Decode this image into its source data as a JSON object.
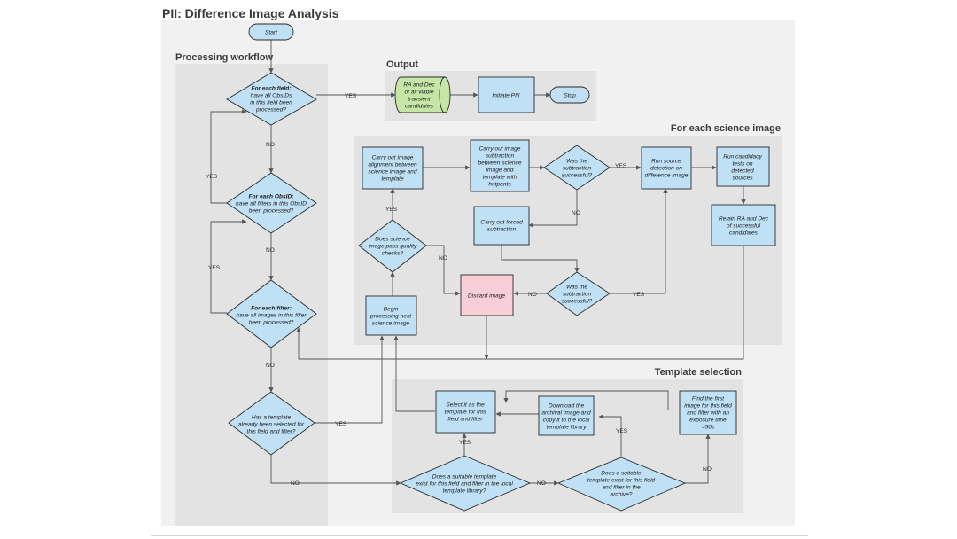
{
  "title": "PII: Difference Image Analysis",
  "colors": {
    "node_fill": "#bfe0f5",
    "node_stroke": "#2a2a2a",
    "output_cylinder": "#c5e6a6",
    "discard_fill": "#f8cfd9",
    "panel_outer": "#f1f1f1",
    "panel_inner": "#e3e3e3",
    "arrow": "#555555"
  },
  "panels": {
    "processing": "Processing workflow",
    "output": "Output",
    "science": "For each science image",
    "template": "Template selection"
  },
  "nodes": {
    "start": [
      "Start"
    ],
    "field": [
      {
        "t": "For each field:",
        "b": true
      },
      "have all ObsIDs",
      "in this field been",
      "processed?"
    ],
    "obsid": [
      {
        "t": "For each ObsID:",
        "b": true
      },
      "have all filters in this ObsID",
      "been processed?"
    ],
    "filter": [
      {
        "t": "For each filter:",
        "b": true
      },
      "have all images in this filter",
      "been processed?"
    ],
    "has_template": [
      "Has a template",
      "already been selected for",
      "this field and filter?"
    ],
    "radec": [
      "RA and Dec",
      "of all viable",
      "transient",
      "candidates"
    ],
    "initiate": [
      "Initiate PIII"
    ],
    "stop": [
      "Stop"
    ],
    "align": [
      "Carry out image",
      "alignment between",
      "science image and",
      "template"
    ],
    "subtract": [
      "Carry out image",
      "subtraction",
      "between science",
      "image and",
      "template with",
      "hotpants"
    ],
    "was_success_1": [
      "Was the",
      "subtraction",
      "successful?"
    ],
    "detect": [
      "Run source",
      "detection on",
      "difference image"
    ],
    "candidacy": [
      "Run candidacy",
      "tests on",
      "detected",
      "sources"
    ],
    "forced": [
      "Carry out forced",
      "subtraction"
    ],
    "retain": [
      "Retain RA and Dec",
      "of successful",
      "candidates"
    ],
    "quality": [
      "Does science",
      "image pass quality",
      "checks?"
    ],
    "discard": [
      "Discard image"
    ],
    "was_success_2": [
      "Was the",
      "subtraction",
      "successful?"
    ],
    "begin": [
      "Begin",
      "processing next",
      "science image"
    ],
    "select": [
      "Select it as the",
      "template for this",
      "field and filter"
    ],
    "download": [
      "Download the",
      "archival image and",
      "copy it to the local",
      "template library"
    ],
    "find_first": [
      "Find the first",
      "image for this field",
      "and filter with an",
      "exposure time",
      ">50s"
    ],
    "suitable_local": [
      "Does a suitable template",
      "exist for this field and filter in the local",
      "template library?"
    ],
    "suitable_archive": [
      "Does a suitable",
      "template exist for this field",
      "and filter in the",
      "archive?"
    ]
  },
  "edge_labels": {
    "field_output": "YES",
    "field_no": "NO",
    "obsid_yes": "YES",
    "obsid_no": "NO",
    "filter_yes": "YES",
    "filter_no": "NO",
    "template_yes": "YES",
    "template_no": "NO",
    "success1_yes": "YES",
    "success1_no": "NO",
    "quality_yes": "YES",
    "quality_no": "NO",
    "success2_no": "NO",
    "success2_yes": "YES",
    "local_yes": "YES",
    "local_no": "NO",
    "archive_yes": "YES",
    "archive_no": "NO"
  }
}
